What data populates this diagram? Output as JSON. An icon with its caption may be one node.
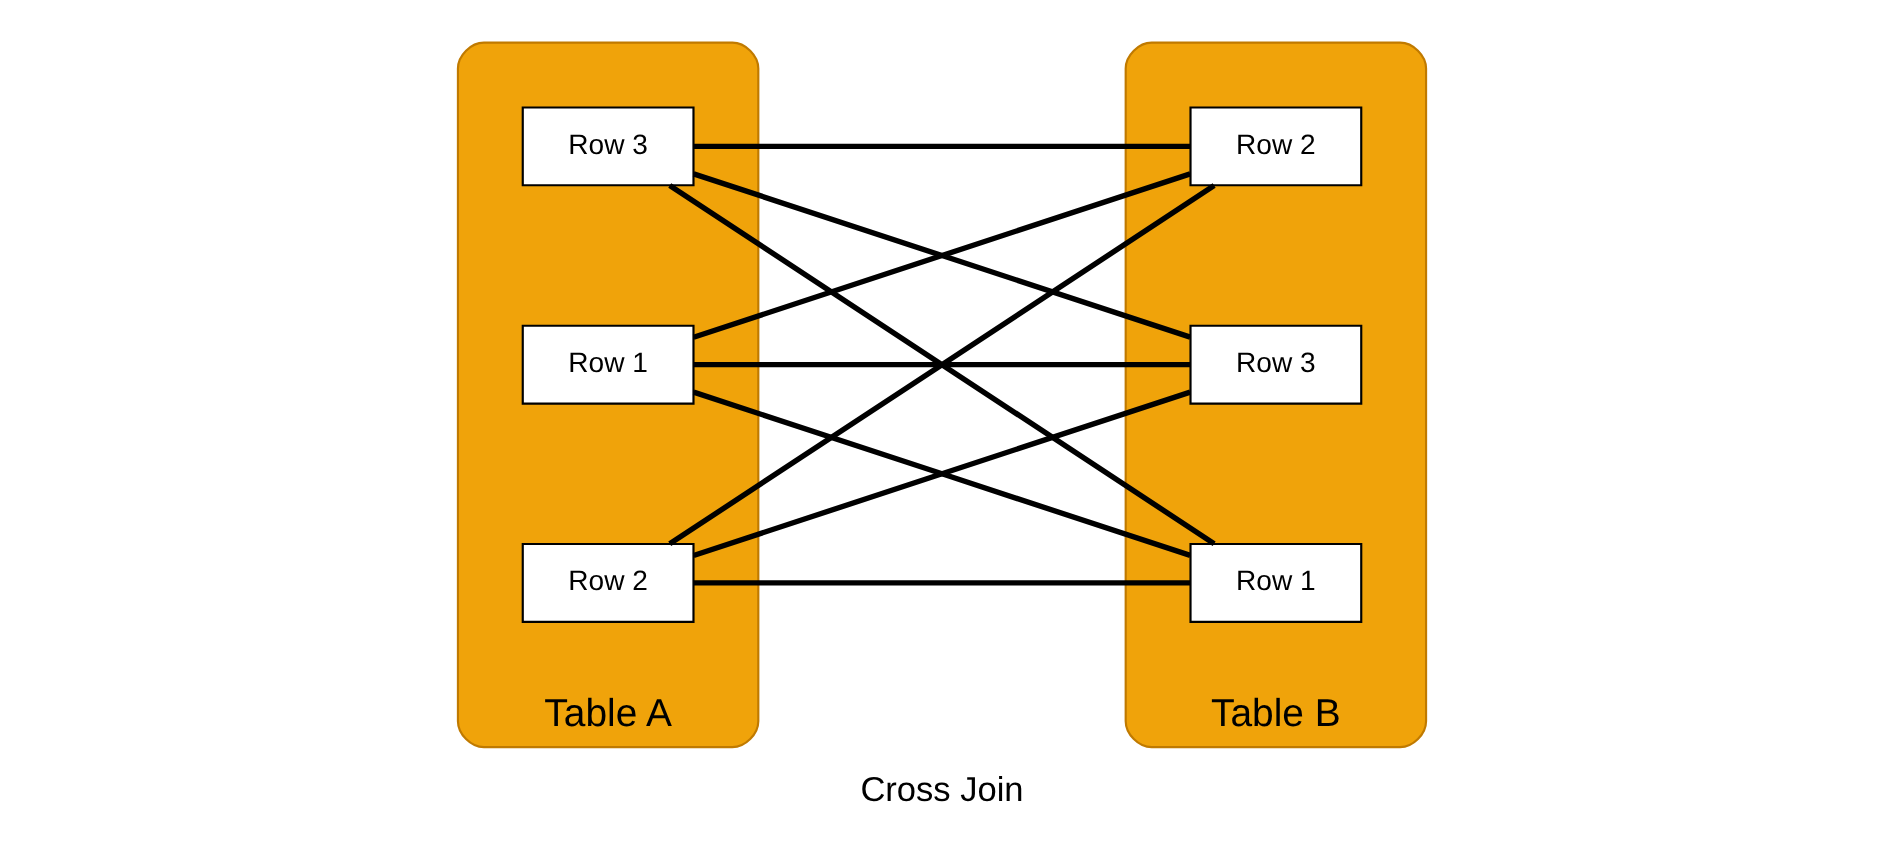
{
  "diagram": {
    "caption": "Cross Join",
    "nodes": [
      {
        "text": [
          "Table A"
        ]
      },
      {
        "text": [
          "Row 1"
        ],
        "in": 0
      },
      {
        "text": [
          "Row 2"
        ],
        "in": 0
      },
      {
        "text": [
          "Row 3"
        ],
        "in": 0
      },
      {
        "text": [
          "Table B"
        ]
      },
      {
        "text": [
          "Row 1"
        ],
        "in": 4
      },
      {
        "text": [
          "Row 2"
        ],
        "in": 4
      },
      {
        "text": [
          "Row 3"
        ],
        "in": 4
      }
    ],
    "edges": [
      {
        "from": 1,
        "to": 5,
        "arrow": "none"
      },
      {
        "from": 1,
        "to": 6,
        "arrow": "none"
      },
      {
        "from": 1,
        "to": 7,
        "arrow": "none"
      },
      {
        "from": 2,
        "to": 5,
        "arrow": "none"
      },
      {
        "from": 2,
        "to": 6,
        "arrow": "none"
      },
      {
        "from": 2,
        "to": 7,
        "arrow": "none"
      },
      {
        "from": 3,
        "to": 5,
        "arrow": "none"
      },
      {
        "from": 3,
        "to": 6,
        "arrow": "none"
      },
      {
        "from": 3,
        "to": 7,
        "arrow": "none"
      }
    ]
  }
}
